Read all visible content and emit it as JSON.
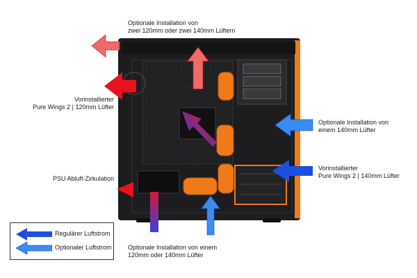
{
  "labels": {
    "top": [
      "Optionale Installation von",
      "zwei 120mm oder zwei 140mm Lüftern"
    ],
    "rear_fan": [
      "Vorinstallierter",
      "Pure Wings 2 | 120mm Lüfter"
    ],
    "psu": [
      "PSU Abluft-Zirkulation"
    ],
    "bottom": [
      "Optionale Installation von einem",
      "120mm oder 140mm Lüfter"
    ],
    "front_top": [
      "Optionale Installation von",
      "einem 140mm Lüfter"
    ],
    "front_bottom": [
      "Vorinstallierter",
      "Pure Wings 2 | 140mm Lüfter"
    ]
  },
  "legend": {
    "regular": "Regulärer Luftstrom",
    "optional": "Optionaler Luftstrom"
  },
  "colors": {
    "hot": "#e8131b",
    "cold": "#1e4fe0",
    "optional_hot": "#f06a6a",
    "optional_cold": "#3a8cf0",
    "case_dark": "#1d1d1f",
    "case_panel": "#2a2a2c",
    "accent_orange": "#f07a1a"
  }
}
